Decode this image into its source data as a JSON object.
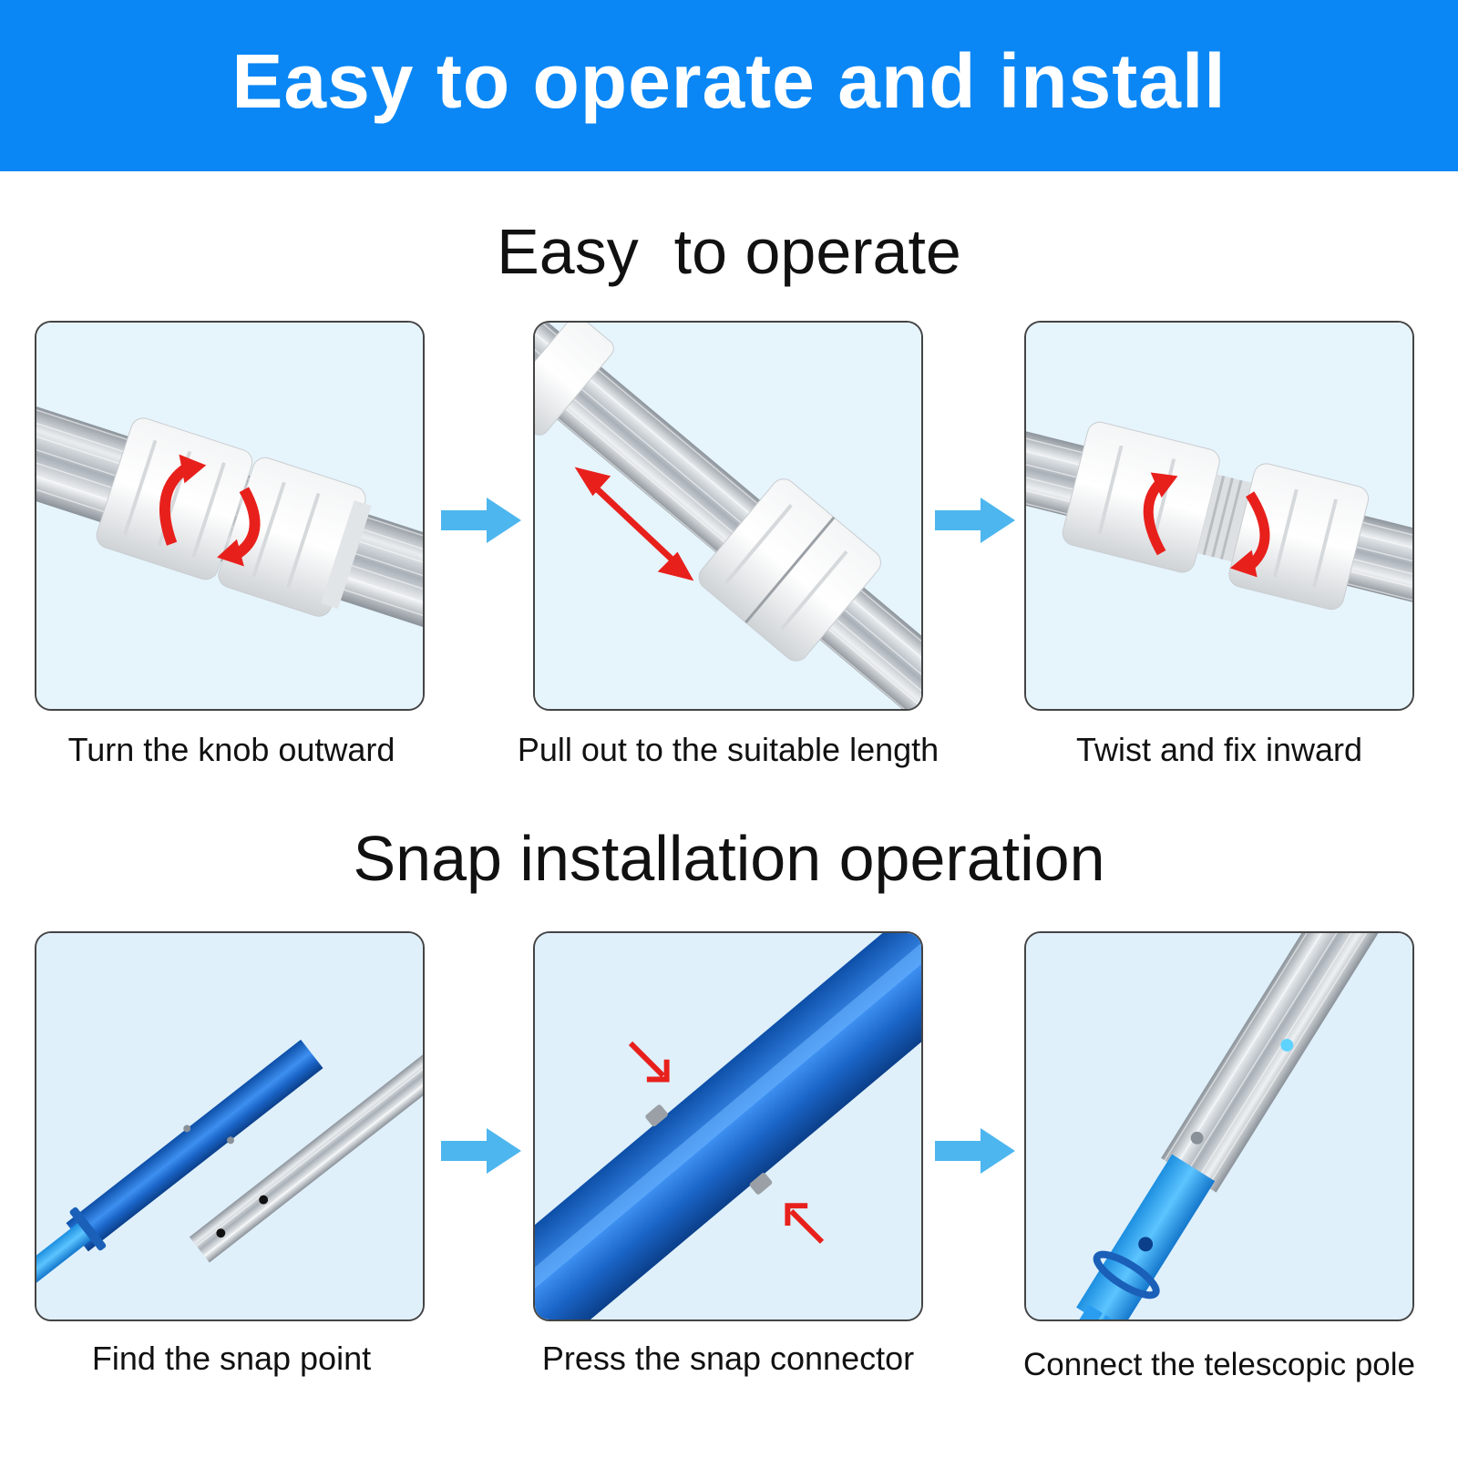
{
  "banner": {
    "title": "Easy to operate and install",
    "color": "#0a87f5"
  },
  "section_operate": {
    "title": "Easy  to operate",
    "steps": [
      {
        "caption": "Turn the knob outward",
        "image": "pole-knob-turn"
      },
      {
        "caption": "Pull out to the suitable length",
        "image": "pole-extend"
      },
      {
        "caption": "Twist and fix inward",
        "image": "pole-knob-twist"
      }
    ]
  },
  "section_snap": {
    "title": "Snap installation operation",
    "steps": [
      {
        "caption": "Find the snap point",
        "image": "snap-point"
      },
      {
        "caption": "Press the snap connector",
        "image": "snap-press"
      },
      {
        "caption": "Connect the telescopic pole",
        "image": "snap-connect"
      }
    ]
  },
  "colors": {
    "step_arrow": "#4db6ee",
    "red_arrow": "#e8201c",
    "panel_bg": "#e6f4fc",
    "blue_pole": "#1a6fd1"
  }
}
